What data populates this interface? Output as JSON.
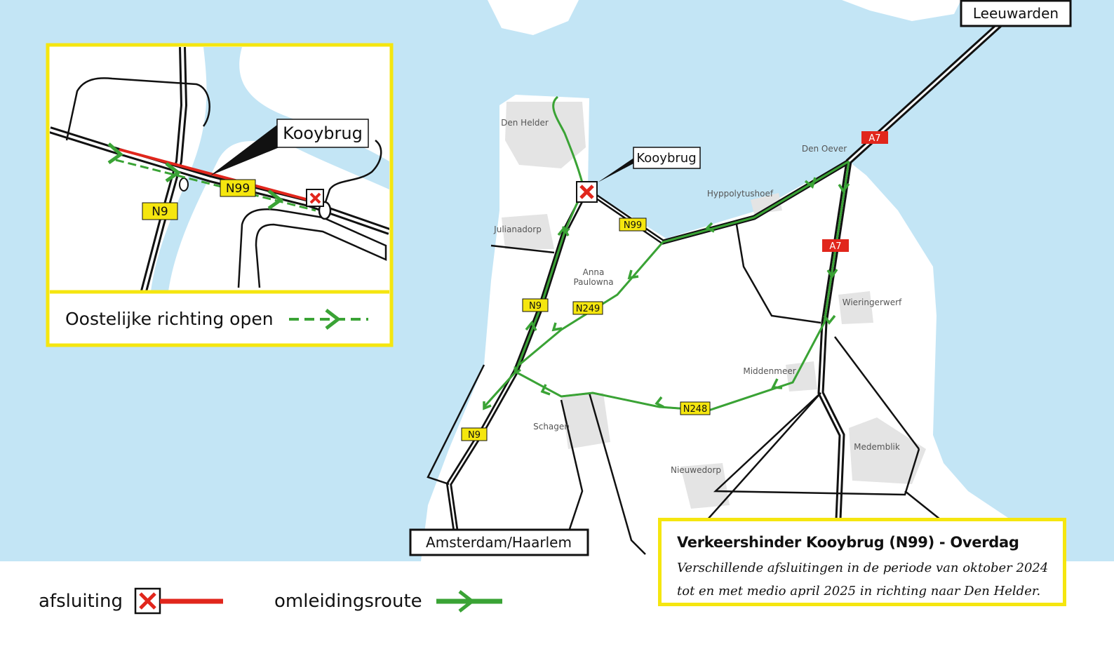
{
  "colors": {
    "water": "#c3e5f5",
    "land": "#ffffff",
    "urban": "#e4e4e4",
    "road": "#111111",
    "detour": "#3aa335",
    "closure": "#e1261c",
    "highlight": "#f5e60f",
    "a_road_sign": "#e1261c"
  },
  "destinations": {
    "leeuwarden": "Leeuwarden",
    "amsterdam_haarlem": "Amsterdam/Haarlem"
  },
  "towns": {
    "den_helder": "Den Helder",
    "den_oever": "Den Oever",
    "hyppolytushoef": "Hyppolytushoef",
    "julianadorp": "Julianadorp",
    "anna_paulowna_1": "Anna",
    "anna_paulowna_2": "Paulowna",
    "wieringerwerf": "Wieringerwerf",
    "middenmeer": "Middenmeer",
    "schagen": "Schagen",
    "medemblik": "Medemblik",
    "nieuwedorp": "Nieuwedorp"
  },
  "road_labels": {
    "a7_north": "A7",
    "a7_south": "A7",
    "n99": "N99",
    "n9_north": "N9",
    "n9_south": "N9",
    "n249": "N249",
    "n248": "N248"
  },
  "callout": {
    "main": "Kooybrug",
    "inset": "Kooybrug"
  },
  "inset": {
    "n99": "N99",
    "n9": "N9",
    "caption": "Oostelijke richting open"
  },
  "legend": {
    "closure": "afsluiting",
    "detour": "omleidingsroute"
  },
  "info": {
    "title": "Verkeershinder Kooybrug (N99) - Overdag",
    "line1": "Verschillende afsluitingen in de periode van oktober 2024",
    "line2": "tot en met medio april 2025 in richting naar Den Helder."
  }
}
